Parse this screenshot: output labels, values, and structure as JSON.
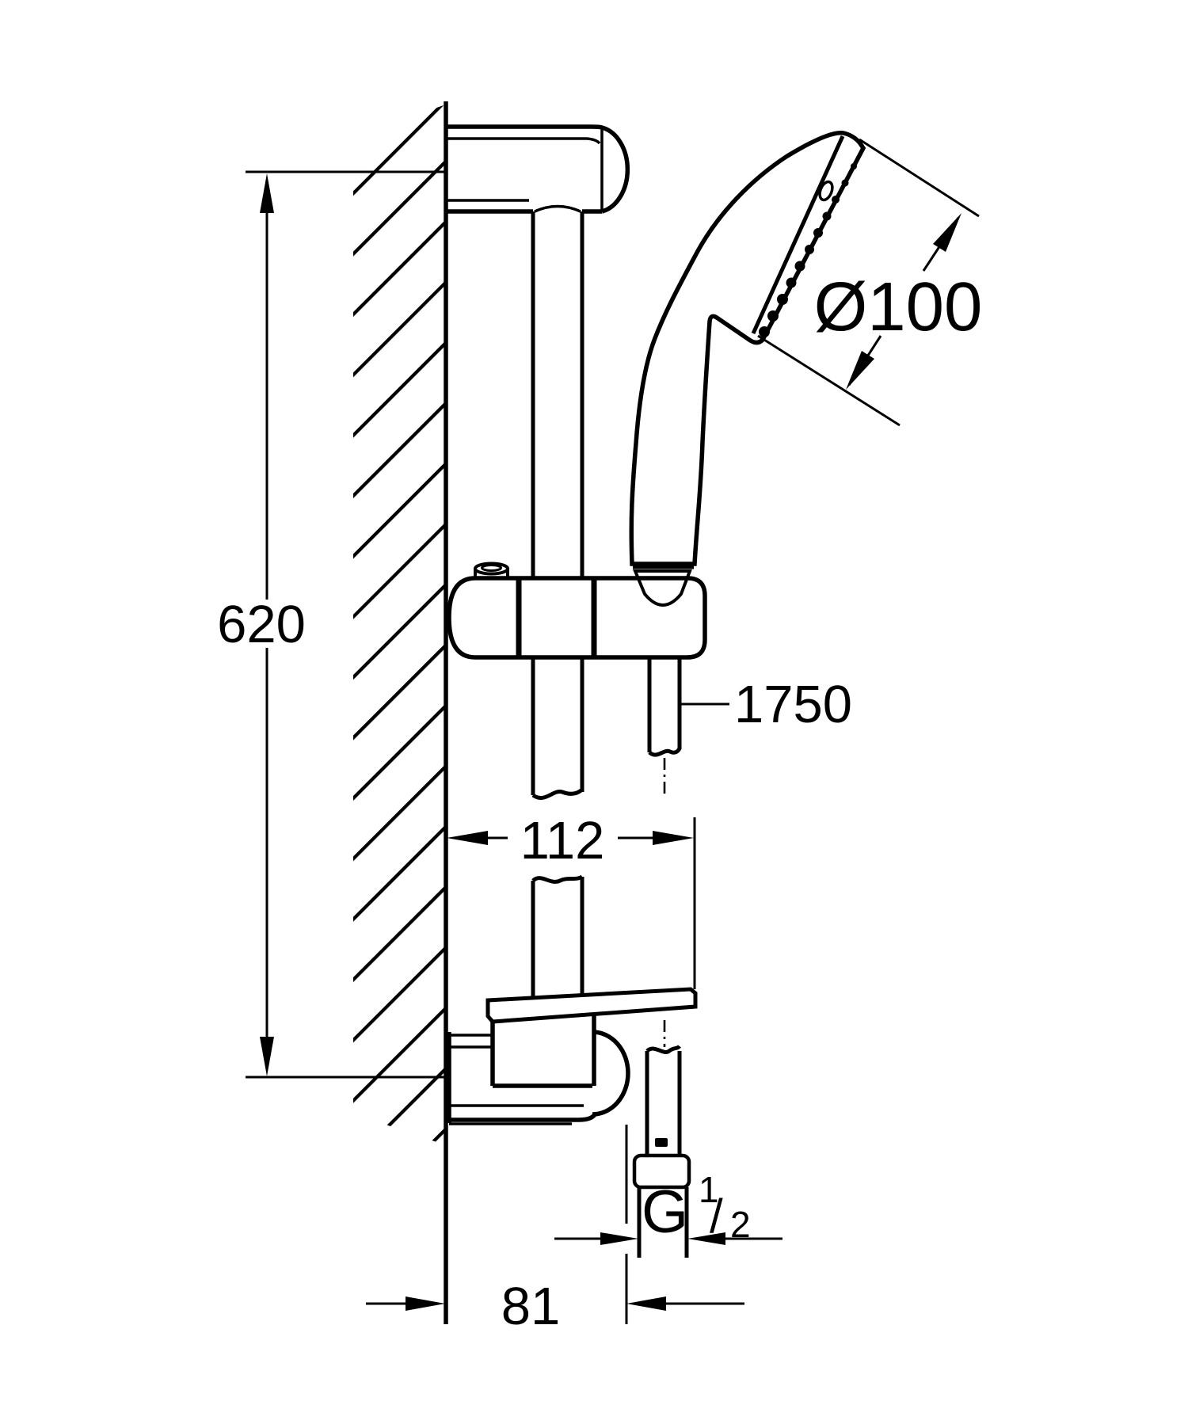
{
  "drawing": {
    "background_color": "#ffffff",
    "line_color": "#000000",
    "labels": {
      "rail_height": "620",
      "wall_offset": "112",
      "hose_length": "1750",
      "head_diameter": "Ø100",
      "outlet_offset": "81",
      "thread_letter": "G",
      "thread_numerator": "1",
      "thread_slash": "/",
      "thread_denominator": "2"
    }
  }
}
